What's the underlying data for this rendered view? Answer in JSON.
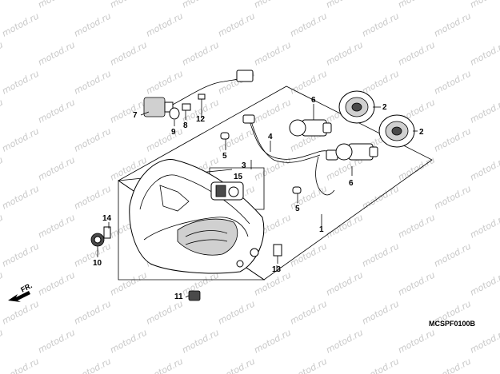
{
  "watermark": "motod.ru",
  "reference_code": "MCSPF0100B",
  "direction_label": "FR.",
  "callouts": {
    "c1": "1",
    "c2a": "2",
    "c2b": "2",
    "c3": "3",
    "c4": "4",
    "c5a": "5",
    "c5b": "5",
    "c6a": "6",
    "c6b": "6",
    "c7": "7",
    "c8": "8",
    "c9": "9",
    "c10": "10",
    "c11": "11",
    "c12": "12",
    "c13": "13",
    "c14": "14",
    "c15": "15"
  },
  "colors": {
    "line": "#000000",
    "watermark": "#c8c8c8",
    "fill_light": "#d0d0d0",
    "fill_dark": "#4a4a4a"
  }
}
